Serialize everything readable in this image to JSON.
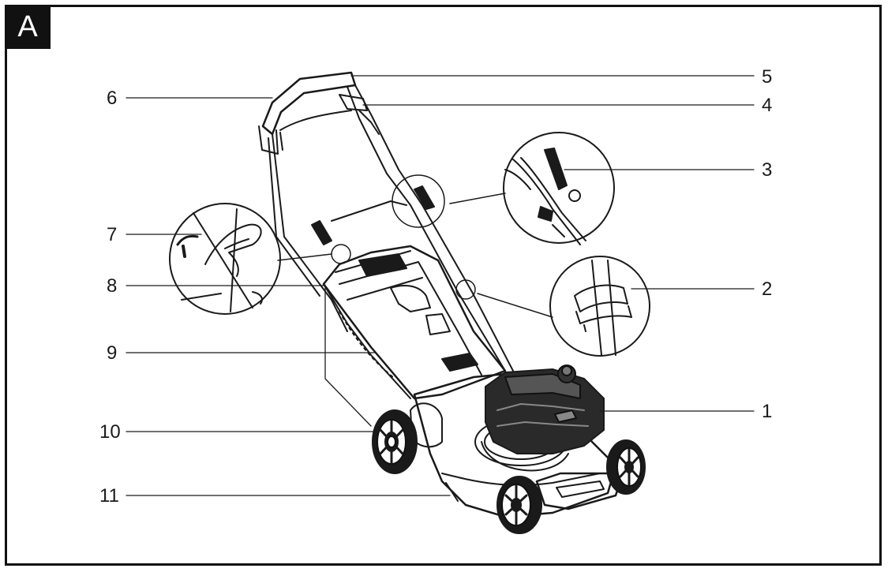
{
  "figure": {
    "panel_letter": "A",
    "callouts": [
      {
        "number": "1"
      },
      {
        "number": "2"
      },
      {
        "number": "3"
      },
      {
        "number": "4"
      },
      {
        "number": "5"
      },
      {
        "number": "6"
      },
      {
        "number": "7"
      },
      {
        "number": "8"
      },
      {
        "number": "9"
      },
      {
        "number": "10"
      },
      {
        "number": "11"
      }
    ]
  },
  "colors": {
    "ink": "#1a1a1a",
    "tag_background": "#111111",
    "tag_text": "#ffffff"
  },
  "icons": [
    "lawn-mower-illustration",
    "magnifier-detail-circle"
  ]
}
